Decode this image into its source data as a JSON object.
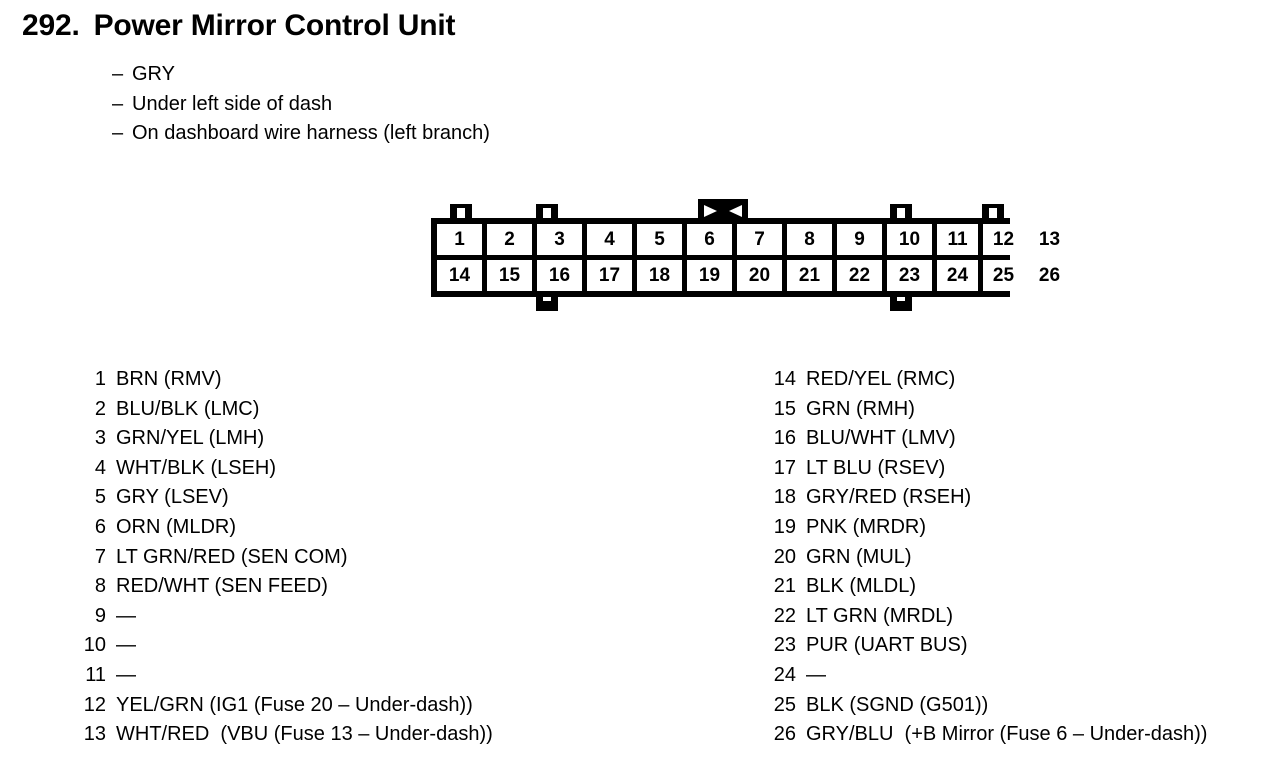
{
  "header": {
    "number": "292.",
    "title": "Power Mirror Control Unit",
    "bullets": [
      {
        "dash": "–",
        "text": "GRY"
      },
      {
        "dash": "–",
        "text": "Under left side of dash"
      },
      {
        "dash": "–",
        "text": "On dashboard wire harness (left branch)"
      }
    ]
  },
  "connector": {
    "top_row": [
      "1",
      "2",
      "3",
      "4",
      "5",
      "6",
      "7",
      "8",
      "9",
      "10",
      "11",
      "12",
      "13"
    ],
    "bottom_row": [
      "14",
      "15",
      "16",
      "17",
      "18",
      "19",
      "20",
      "21",
      "22",
      "23",
      "24",
      "25",
      "26"
    ],
    "latch_icon": "bowtie-latch-icon",
    "tabs_top_above_pins": [
      "1",
      "3",
      "11",
      "13"
    ],
    "tabs_bottom_below_pins": [
      "16",
      "24"
    ],
    "colors": {
      "body": "#000000",
      "cell": "#ffffff"
    }
  },
  "pins_left": [
    {
      "no": "1",
      "desc": "BRN (RMV)"
    },
    {
      "no": "2",
      "desc": "BLU/BLK (LMC)"
    },
    {
      "no": "3",
      "desc": "GRN/YEL (LMH)"
    },
    {
      "no": "4",
      "desc": "WHT/BLK (LSEH)"
    },
    {
      "no": "5",
      "desc": "GRY (LSEV)"
    },
    {
      "no": "6",
      "desc": "ORN (MLDR)"
    },
    {
      "no": "7",
      "desc": "LT GRN/RED (SEN COM)"
    },
    {
      "no": "8",
      "desc": "RED/WHT (SEN FEED)"
    },
    {
      "no": "9",
      "desc": "—"
    },
    {
      "no": "10",
      "desc": "—"
    },
    {
      "no": "11",
      "desc": "—"
    },
    {
      "no": "12",
      "desc": "YEL/GRN (IG1 (Fuse 20 – Under-dash))"
    },
    {
      "no": "13",
      "desc": "WHT/RED  (VBU (Fuse 13 – Under-dash))"
    }
  ],
  "pins_right": [
    {
      "no": "14",
      "desc": "RED/YEL (RMC)"
    },
    {
      "no": "15",
      "desc": "GRN (RMH)"
    },
    {
      "no": "16",
      "desc": "BLU/WHT (LMV)"
    },
    {
      "no": "17",
      "desc": "LT BLU (RSEV)"
    },
    {
      "no": "18",
      "desc": "GRY/RED (RSEH)"
    },
    {
      "no": "19",
      "desc": "PNK (MRDR)"
    },
    {
      "no": "20",
      "desc": "GRN (MUL)"
    },
    {
      "no": "21",
      "desc": "BLK (MLDL)"
    },
    {
      "no": "22",
      "desc": "LT GRN (MRDL)"
    },
    {
      "no": "23",
      "desc": "PUR (UART BUS)"
    },
    {
      "no": "24",
      "desc": "—"
    },
    {
      "no": "25",
      "desc": "BLK (SGND (G501))"
    },
    {
      "no": "26",
      "desc": "GRY/BLU  (+B Mirror (Fuse 6 – Under-dash))"
    }
  ]
}
